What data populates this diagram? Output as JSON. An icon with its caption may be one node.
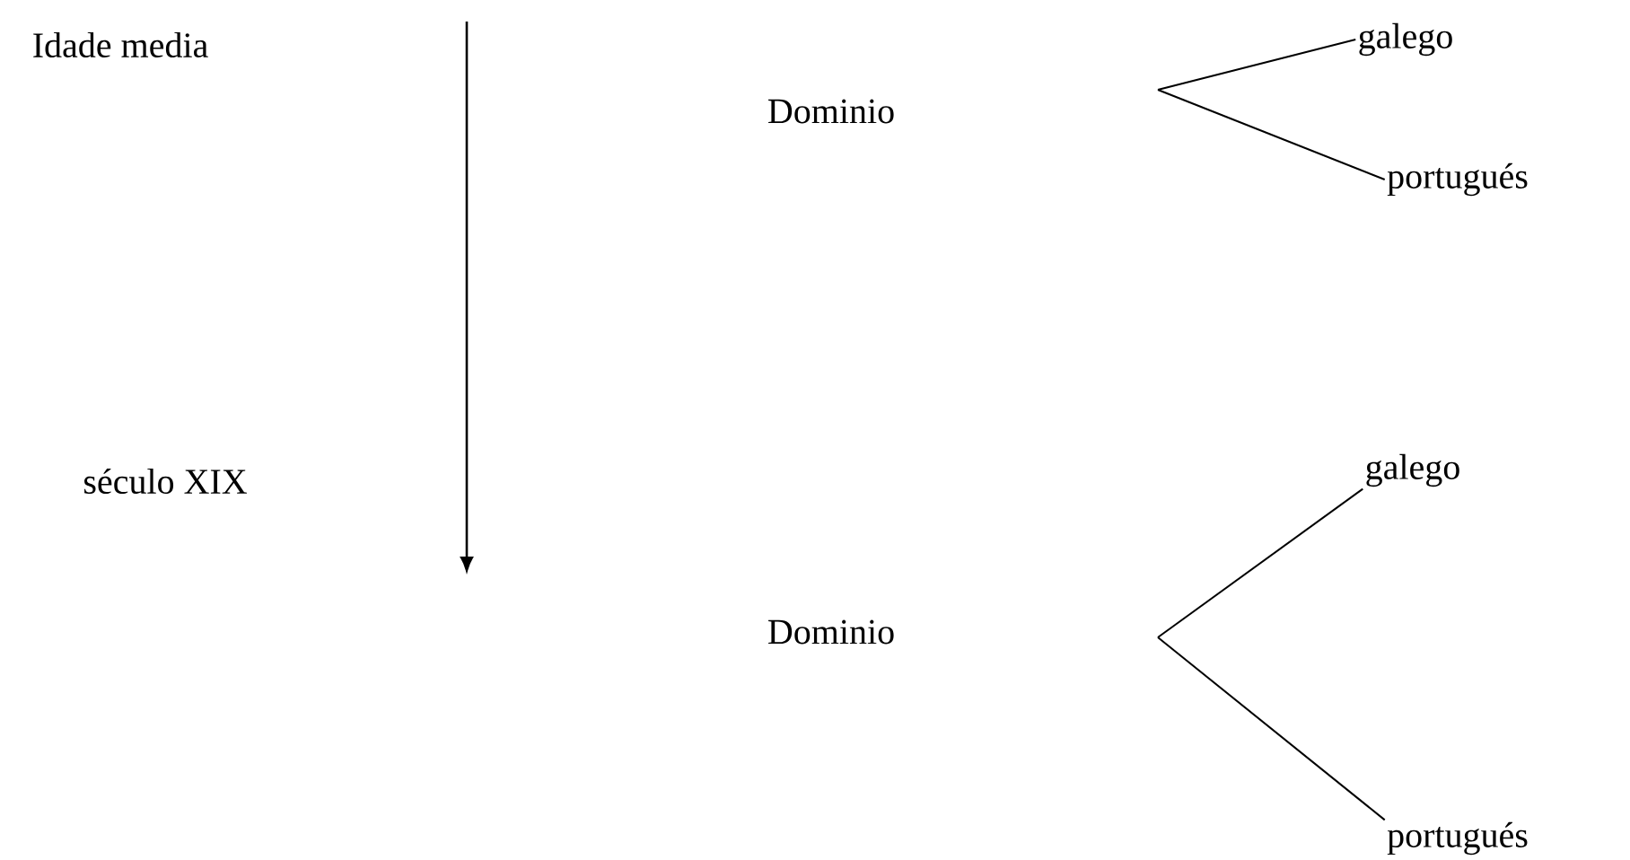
{
  "diagram": {
    "nodes": [
      {
        "text": [
          "Idade media"
        ]
      },
      {
        "text": [
          "século XIX"
        ]
      },
      {
        "text": [
          "Dominio"
        ]
      },
      {
        "text": [
          "galego"
        ]
      },
      {
        "text": [
          "portugués"
        ]
      },
      {
        "text": [
          "Dominio"
        ]
      },
      {
        "text": [
          "galego"
        ]
      },
      {
        "text": [
          "portugués"
        ]
      }
    ],
    "edges": [
      {
        "from": null,
        "to": 3,
        "arrow": "none"
      },
      {
        "from": null,
        "to": 4,
        "arrow": "none"
      },
      {
        "from": null,
        "to": 6,
        "arrow": "none"
      },
      {
        "from": null,
        "to": 7,
        "arrow": "none"
      }
    ]
  }
}
